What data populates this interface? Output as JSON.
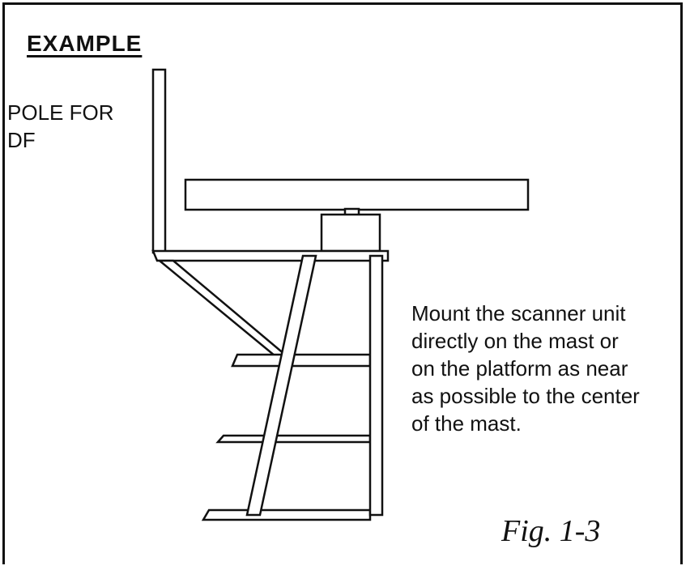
{
  "heading": "EXAMPLE",
  "pole_label_lines": [
    "POLE FOR",
    "DF"
  ],
  "note_lines": [
    "Mount the scanner unit",
    "directly on the mast or",
    "on the platform as near",
    "as possible to the center",
    "of the mast."
  ],
  "figure_caption": "Fig. 1-3"
}
